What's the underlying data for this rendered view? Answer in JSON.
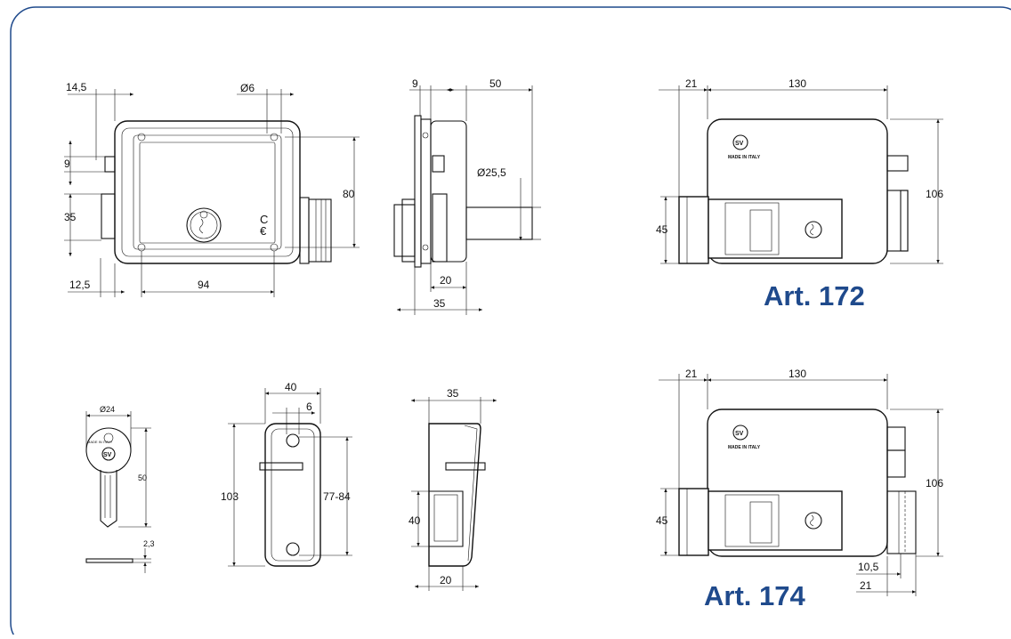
{
  "frame": {
    "border_color": "#1f4a8c",
    "label_color": "#1f4a8c"
  },
  "front_view": {
    "d_14_5": "14,5",
    "d_phi6": "Ø6",
    "d_9": "9",
    "d_35": "35",
    "d_80": "80",
    "d_12_5": "12,5",
    "d_94": "94"
  },
  "side_view": {
    "d_9": "9",
    "d_50": "50",
    "d_phi25_5": "Ø25,5",
    "d_20": "20",
    "d_35": "35"
  },
  "art172": {
    "label": "Art. 172",
    "d_21": "21",
    "d_130": "130",
    "d_45": "45",
    "d_106": "106",
    "brand_text": "MADE IN ITALY"
  },
  "art174": {
    "label": "Art. 174",
    "d_21": "21",
    "d_130": "130",
    "d_45": "45",
    "d_106": "106",
    "d_10_5": "10,5",
    "d_21b": "21",
    "brand_text": "MADE IN ITALY"
  },
  "key": {
    "d_phi24": "Ø24",
    "d_50": "50",
    "d_2_3": "2,3",
    "stamp_text": "MADE IN ITALY"
  },
  "plate_front": {
    "d_40": "40",
    "d_6": "6",
    "d_103": "103",
    "d_77_84": "77-84"
  },
  "plate_side": {
    "d_35": "35",
    "d_40": "40",
    "d_20": "20"
  }
}
